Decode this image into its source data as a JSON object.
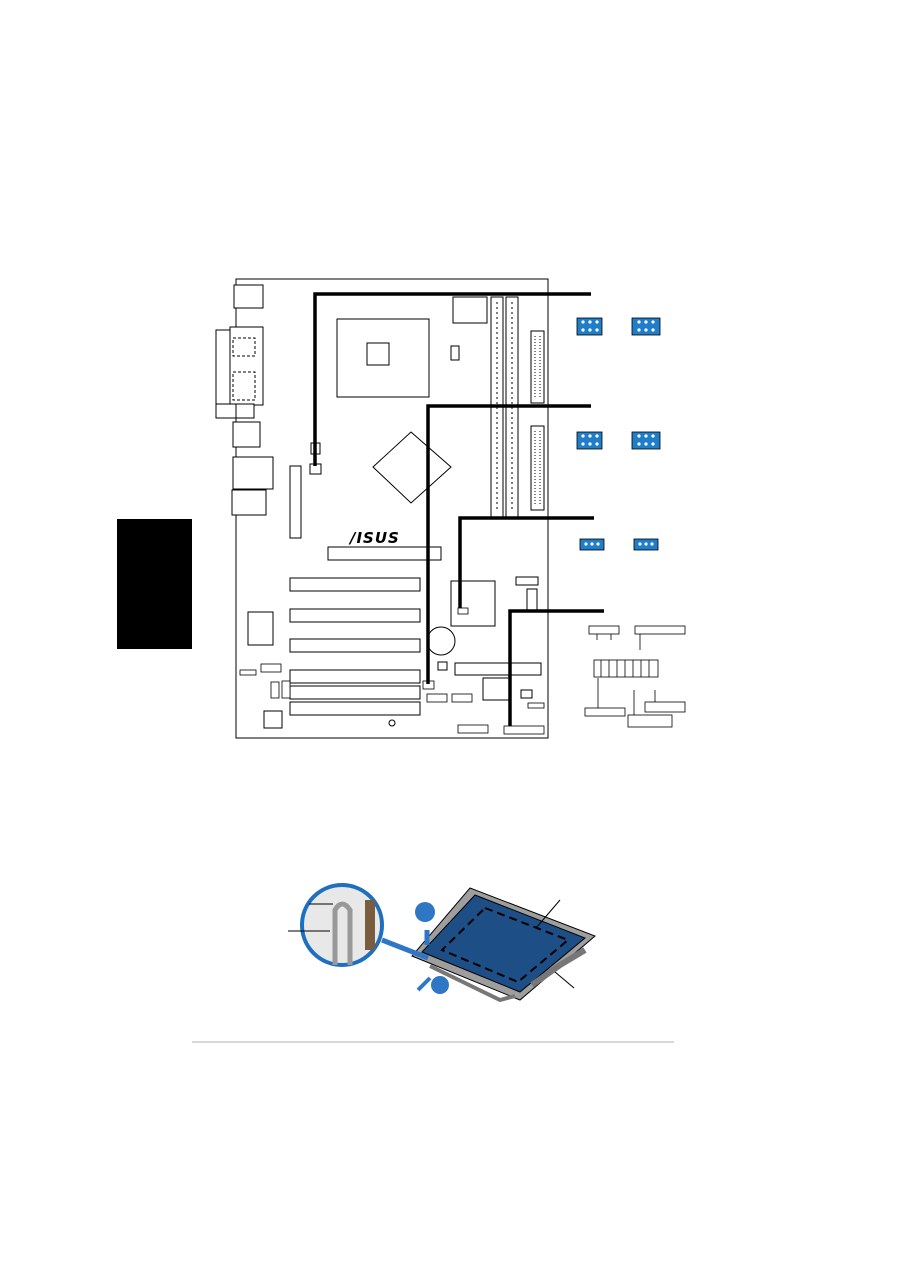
{
  "board": {
    "brand_logo": "/ISUS"
  },
  "colors": {
    "jumper_blue": "#1f7ec7",
    "callout_line": "#000000",
    "section_tab": "#000000",
    "socket_blue": "#1d4e86",
    "arrow_blue": "#2f77c4"
  },
  "icons": [
    "motherboard-layout",
    "jumper-icon",
    "cpu-socket",
    "lever-arrow-icon"
  ]
}
